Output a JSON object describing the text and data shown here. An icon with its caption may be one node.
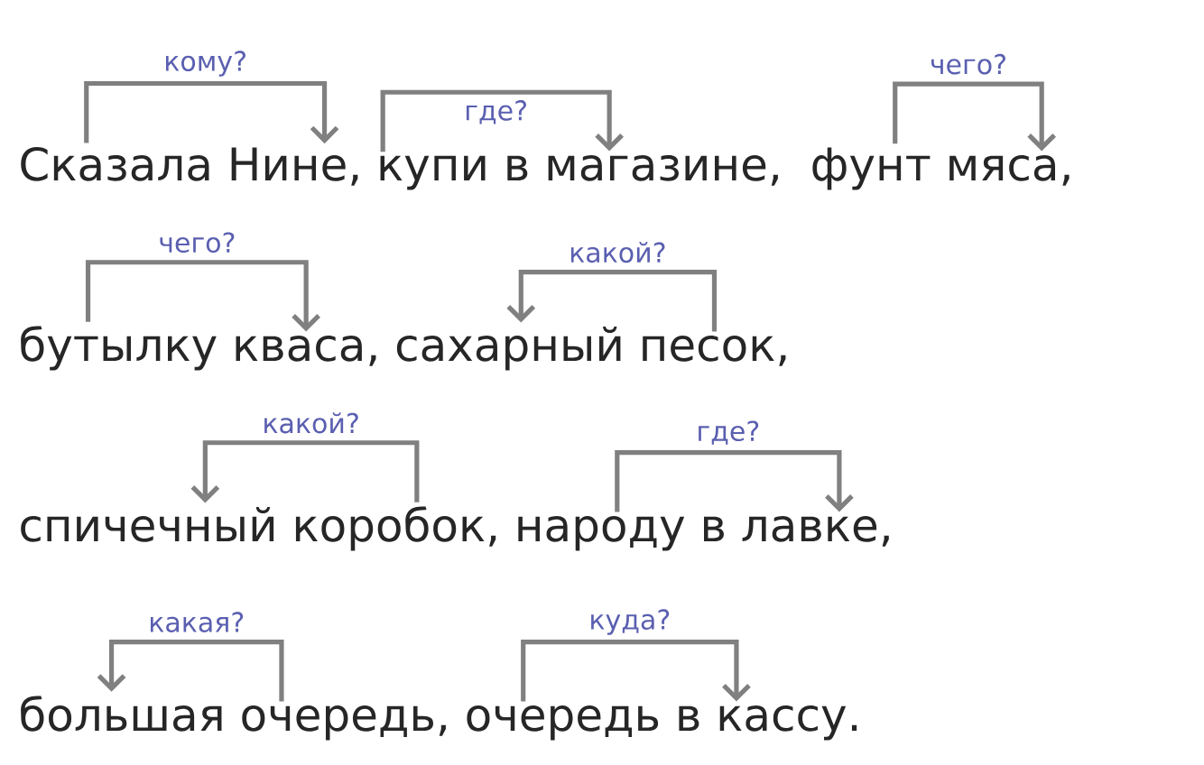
{
  "diagram": {
    "nodes": [
      {
        "text": [
          "Сказала"
        ]
      },
      {
        "text": [
          "Нине,"
        ]
      },
      {
        "text": [
          "купи"
        ]
      },
      {
        "text": [
          "в магазине,"
        ]
      },
      {
        "text": [
          "фунт"
        ]
      },
      {
        "text": [
          "мяса,"
        ]
      },
      {
        "text": [
          "бутылку"
        ]
      },
      {
        "text": [
          "кваса,"
        ]
      },
      {
        "text": [
          "сахарный"
        ]
      },
      {
        "text": [
          "песок,"
        ]
      },
      {
        "text": [
          "спичечный"
        ]
      },
      {
        "text": [
          "коробок,"
        ]
      },
      {
        "text": [
          "народу"
        ]
      },
      {
        "text": [
          "в лавке,"
        ]
      },
      {
        "text": [
          "большая"
        ]
      },
      {
        "text": [
          "очередь,"
        ]
      },
      {
        "text": [
          "очередь"
        ]
      },
      {
        "text": [
          "в кассу."
        ]
      }
    ],
    "edges": [
      {
        "from": 0,
        "to": 1,
        "arrow": "to",
        "label": "кому?"
      },
      {
        "from": 2,
        "to": 3,
        "arrow": "to",
        "label": "где?"
      },
      {
        "from": 4,
        "to": 5,
        "arrow": "to",
        "label": "чего?"
      },
      {
        "from": 6,
        "to": 7,
        "arrow": "to",
        "label": "чего?"
      },
      {
        "from": 9,
        "to": 8,
        "arrow": "to",
        "label": "какой?"
      },
      {
        "from": 11,
        "to": 10,
        "arrow": "to",
        "label": "какой?"
      },
      {
        "from": 12,
        "to": 13,
        "arrow": "to",
        "label": "где?"
      },
      {
        "from": 15,
        "to": 14,
        "arrow": "to",
        "label": "какая?"
      },
      {
        "from": 16,
        "to": 17,
        "arrow": "to",
        "label": "куда?"
      }
    ]
  }
}
